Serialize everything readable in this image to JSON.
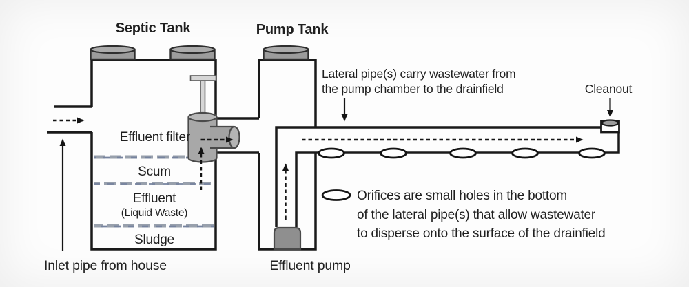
{
  "labels": {
    "septic_tank": "Septic Tank",
    "pump_tank": "Pump Tank",
    "effluent_filter": "Effluent filter",
    "scum": "Scum",
    "effluent": "Effluent",
    "liquid_waste": "(Liquid Waste)",
    "sludge": "Sludge",
    "inlet_pipe": "Inlet pipe from house",
    "effluent_pump": "Effluent pump",
    "cleanout": "Cleanout",
    "lateral_line1": "Lateral pipe(s) carry wastewater from",
    "lateral_line2": "the pump chamber to the drainfield",
    "orifices_line1": "Orifices are small holes in the bottom",
    "orifices_line2": "of the lateral pipe(s) that allow wastewater",
    "orifices_line3": "to disperse onto the surface of the drainfield"
  },
  "colors": {
    "line": "#1a1a1a",
    "component_gray": "#a8a8a8",
    "pump_gray": "#8f8f8f",
    "lid_gray": "#9c9c9c",
    "layer_dash": "#8a94a6",
    "background": "#fdfdfd"
  }
}
